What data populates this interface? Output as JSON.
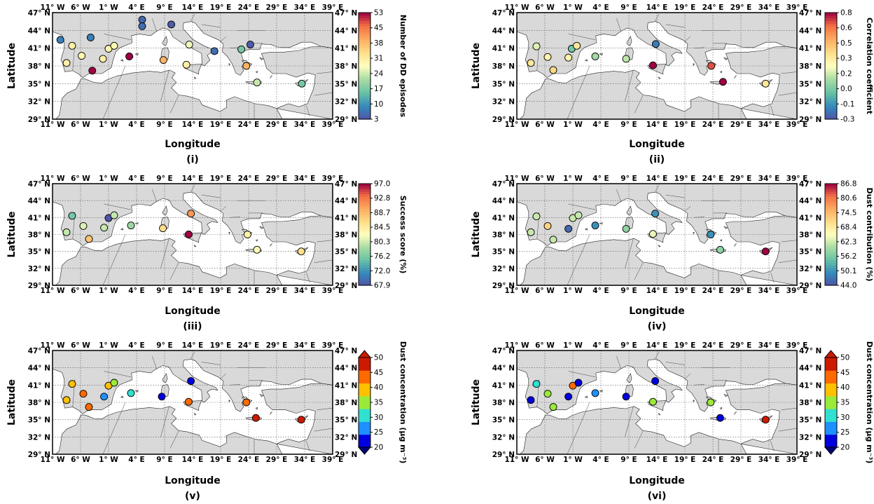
{
  "axis": {
    "xlabel": "Longitude",
    "ylabel": "Latitude",
    "lon_ticks": [
      -11,
      -6,
      -1,
      4,
      9,
      14,
      19,
      24,
      29,
      34,
      39
    ],
    "lat_ticks": [
      29,
      32,
      35,
      38,
      41,
      44,
      47
    ],
    "lon_labels": [
      "11° W",
      "6° W",
      "1° W",
      "4° E",
      "9° E",
      "14° E",
      "19° E",
      "24° E",
      "29° E",
      "34° E",
      "39° E"
    ],
    "lat_labels": [
      "29° N",
      "32° N",
      "35° N",
      "38° N",
      "41° N",
      "44° N",
      "47° N"
    ],
    "xlim": [
      -11,
      39
    ],
    "ylim": [
      29,
      47
    ]
  },
  "colors": {
    "land": "#d9d9d9",
    "sea": "#ffffff",
    "grid": "#555555"
  },
  "chart_data": [
    {
      "type": "scatter",
      "label": "(i)",
      "colorbar_title": "Number of DD episodes",
      "colorbar_ticks": [
        "3",
        "10",
        "17",
        "24",
        "31",
        "38",
        "45",
        "53"
      ],
      "colorscale": "jet_r",
      "vmin": 3,
      "vmax": 53,
      "points": [
        {
          "lon": -9.6,
          "lat": 42.4,
          "value": 8
        },
        {
          "lon": -8.5,
          "lat": 38.5,
          "value": 31
        },
        {
          "lon": -7.5,
          "lat": 41.4,
          "value": 31
        },
        {
          "lon": -5.8,
          "lat": 39.7,
          "value": 30
        },
        {
          "lon": -4.2,
          "lat": 42.8,
          "value": 8
        },
        {
          "lon": -3.9,
          "lat": 37.2,
          "value": 53
        },
        {
          "lon": -2.0,
          "lat": 39.2,
          "value": 31
        },
        {
          "lon": -1.0,
          "lat": 40.9,
          "value": 30
        },
        {
          "lon": 0.0,
          "lat": 41.4,
          "value": 29
        },
        {
          "lon": 2.7,
          "lat": 39.6,
          "value": 53
        },
        {
          "lon": 5.0,
          "lat": 45.8,
          "value": 5
        },
        {
          "lon": 5.0,
          "lat": 44.7,
          "value": 6
        },
        {
          "lon": 8.8,
          "lat": 39.0,
          "value": 40
        },
        {
          "lon": 10.2,
          "lat": 45.0,
          "value": 4
        },
        {
          "lon": 12.9,
          "lat": 38.2,
          "value": 31
        },
        {
          "lon": 13.4,
          "lat": 41.6,
          "value": 27
        },
        {
          "lon": 17.9,
          "lat": 40.5,
          "value": 6
        },
        {
          "lon": 22.7,
          "lat": 40.8,
          "value": 17
        },
        {
          "lon": 23.6,
          "lat": 38.0,
          "value": 40
        },
        {
          "lon": 24.3,
          "lat": 41.6,
          "value": 4
        },
        {
          "lon": 25.5,
          "lat": 35.2,
          "value": 24
        },
        {
          "lon": 33.5,
          "lat": 35.0,
          "value": 17
        }
      ]
    },
    {
      "type": "scatter",
      "label": "(ii)",
      "colorbar_title": "Correlation coefficient",
      "colorbar_ticks": [
        "-0.3",
        "-0.1",
        "0.0",
        "0.2",
        "0.3",
        "0.5",
        "0.6",
        "0.8"
      ],
      "colorscale": "jet_r",
      "vmin": -0.3,
      "vmax": 0.8,
      "points": [
        {
          "lon": -8.5,
          "lat": 38.5,
          "value": 0.35
        },
        {
          "lon": -7.5,
          "lat": 41.3,
          "value": 0.2
        },
        {
          "lon": -5.5,
          "lat": 39.5,
          "value": 0.3
        },
        {
          "lon": -4.5,
          "lat": 37.3,
          "value": 0.4
        },
        {
          "lon": -1.8,
          "lat": 39.4,
          "value": 0.3
        },
        {
          "lon": -1.2,
          "lat": 40.9,
          "value": 0.0
        },
        {
          "lon": -0.3,
          "lat": 41.4,
          "value": 0.35
        },
        {
          "lon": 3.0,
          "lat": 39.6,
          "value": 0.1
        },
        {
          "lon": 8.5,
          "lat": 39.2,
          "value": 0.15
        },
        {
          "lon": 13.8,
          "lat": 41.7,
          "value": -0.2
        },
        {
          "lon": 13.3,
          "lat": 38.1,
          "value": 0.8
        },
        {
          "lon": 23.7,
          "lat": 38.0,
          "value": 0.7
        },
        {
          "lon": 25.8,
          "lat": 35.3,
          "value": 0.8
        },
        {
          "lon": 33.4,
          "lat": 35.0,
          "value": 0.35
        }
      ]
    },
    {
      "type": "scatter",
      "label": "(iii)",
      "colorbar_title": "Success score (%)",
      "colorbar_ticks": [
        "67.9",
        "72.0",
        "76.2",
        "80.3",
        "84.5",
        "88.7",
        "92.8",
        "97.0"
      ],
      "colorscale": "jet_r",
      "vmin": 67.9,
      "vmax": 97.0,
      "points": [
        {
          "lon": -8.5,
          "lat": 38.4,
          "value": 80
        },
        {
          "lon": -7.5,
          "lat": 41.3,
          "value": 76
        },
        {
          "lon": -5.5,
          "lat": 39.5,
          "value": 81
        },
        {
          "lon": -4.5,
          "lat": 37.2,
          "value": 88
        },
        {
          "lon": -1.8,
          "lat": 39.2,
          "value": 80
        },
        {
          "lon": -1.0,
          "lat": 40.9,
          "value": 68
        },
        {
          "lon": 0.0,
          "lat": 41.4,
          "value": 80
        },
        {
          "lon": 3.0,
          "lat": 39.6,
          "value": 78
        },
        {
          "lon": 8.7,
          "lat": 39.1,
          "value": 86
        },
        {
          "lon": 13.7,
          "lat": 41.7,
          "value": 91
        },
        {
          "lon": 13.3,
          "lat": 38.0,
          "value": 97
        },
        {
          "lon": 23.8,
          "lat": 38.0,
          "value": 84
        },
        {
          "lon": 25.5,
          "lat": 35.3,
          "value": 83
        },
        {
          "lon": 33.4,
          "lat": 35.0,
          "value": 86
        }
      ]
    },
    {
      "type": "scatter",
      "label": "(iv)",
      "colorbar_title": "Dust contribution (%)",
      "colorbar_ticks": [
        "44.0",
        "50.1",
        "56.2",
        "62.3",
        "68.4",
        "74.5",
        "80.6",
        "86.8"
      ],
      "colorscale": "jet_r",
      "vmin": 44.0,
      "vmax": 86.8,
      "points": [
        {
          "lon": -8.5,
          "lat": 38.4,
          "value": 62
        },
        {
          "lon": -7.5,
          "lat": 41.2,
          "value": 62
        },
        {
          "lon": -5.5,
          "lat": 39.5,
          "value": 72
        },
        {
          "lon": -4.5,
          "lat": 37.1,
          "value": 62
        },
        {
          "lon": -1.8,
          "lat": 39.0,
          "value": 46
        },
        {
          "lon": -1.0,
          "lat": 40.9,
          "value": 62
        },
        {
          "lon": 0.0,
          "lat": 41.4,
          "value": 62
        },
        {
          "lon": 3.0,
          "lat": 39.6,
          "value": 50
        },
        {
          "lon": 8.5,
          "lat": 39.0,
          "value": 58
        },
        {
          "lon": 13.7,
          "lat": 41.7,
          "value": 50
        },
        {
          "lon": 13.3,
          "lat": 38.1,
          "value": 64
        },
        {
          "lon": 23.6,
          "lat": 38.0,
          "value": 50
        },
        {
          "lon": 25.3,
          "lat": 35.3,
          "value": 58
        },
        {
          "lon": 33.4,
          "lat": 35.0,
          "value": 86.8
        }
      ]
    },
    {
      "type": "scatter",
      "label": "(v)",
      "colorbar_title": "Dust concentration",
      "colorbar_unit": "(μg m⁻³)",
      "colorbar_ticks": [
        "20",
        "25",
        "30",
        "35",
        "40",
        "45",
        "50"
      ],
      "colorscale": "jet_discrete",
      "vmin": 20,
      "vmax": 50,
      "points": [
        {
          "lon": -8.5,
          "lat": 38.4,
          "value": 42
        },
        {
          "lon": -7.5,
          "lat": 41.2,
          "value": 38
        },
        {
          "lon": -5.5,
          "lat": 39.5,
          "value": 47
        },
        {
          "lon": -4.5,
          "lat": 37.2,
          "value": 47
        },
        {
          "lon": -1.8,
          "lat": 39.0,
          "value": 25
        },
        {
          "lon": -1.0,
          "lat": 40.9,
          "value": 42
        },
        {
          "lon": 0.0,
          "lat": 41.4,
          "value": 37
        },
        {
          "lon": 3.0,
          "lat": 39.6,
          "value": 31
        },
        {
          "lon": 8.5,
          "lat": 39.0,
          "value": 21
        },
        {
          "lon": 13.7,
          "lat": 41.7,
          "value": 22
        },
        {
          "lon": 13.3,
          "lat": 38.1,
          "value": 47
        },
        {
          "lon": 23.6,
          "lat": 38.0,
          "value": 47
        },
        {
          "lon": 25.3,
          "lat": 35.3,
          "value": 50
        },
        {
          "lon": 33.4,
          "lat": 35.0,
          "value": 50
        }
      ]
    },
    {
      "type": "scatter",
      "label": "(vi)",
      "colorbar_title": "Dust concentration",
      "colorbar_unit": "(μg m⁻³)",
      "colorbar_ticks": [
        "20",
        "25",
        "30",
        "35",
        "40",
        "45",
        "50"
      ],
      "colorscale": "jet_discrete",
      "vmin": 20,
      "vmax": 50,
      "points": [
        {
          "lon": -8.5,
          "lat": 38.4,
          "value": 21
        },
        {
          "lon": -7.5,
          "lat": 41.2,
          "value": 28
        },
        {
          "lon": -5.5,
          "lat": 39.5,
          "value": 34
        },
        {
          "lon": -4.5,
          "lat": 37.2,
          "value": 34
        },
        {
          "lon": -1.8,
          "lat": 39.0,
          "value": 21
        },
        {
          "lon": -1.0,
          "lat": 40.9,
          "value": 43
        },
        {
          "lon": 0.0,
          "lat": 41.4,
          "value": 22
        },
        {
          "lon": 3.0,
          "lat": 39.6,
          "value": 24
        },
        {
          "lon": 8.5,
          "lat": 39.0,
          "value": 20
        },
        {
          "lon": 13.7,
          "lat": 41.7,
          "value": 20
        },
        {
          "lon": 13.3,
          "lat": 38.1,
          "value": 33
        },
        {
          "lon": 23.6,
          "lat": 38.0,
          "value": 33
        },
        {
          "lon": 25.3,
          "lat": 35.3,
          "value": 20
        },
        {
          "lon": 33.4,
          "lat": 35.0,
          "value": 48
        }
      ]
    }
  ]
}
